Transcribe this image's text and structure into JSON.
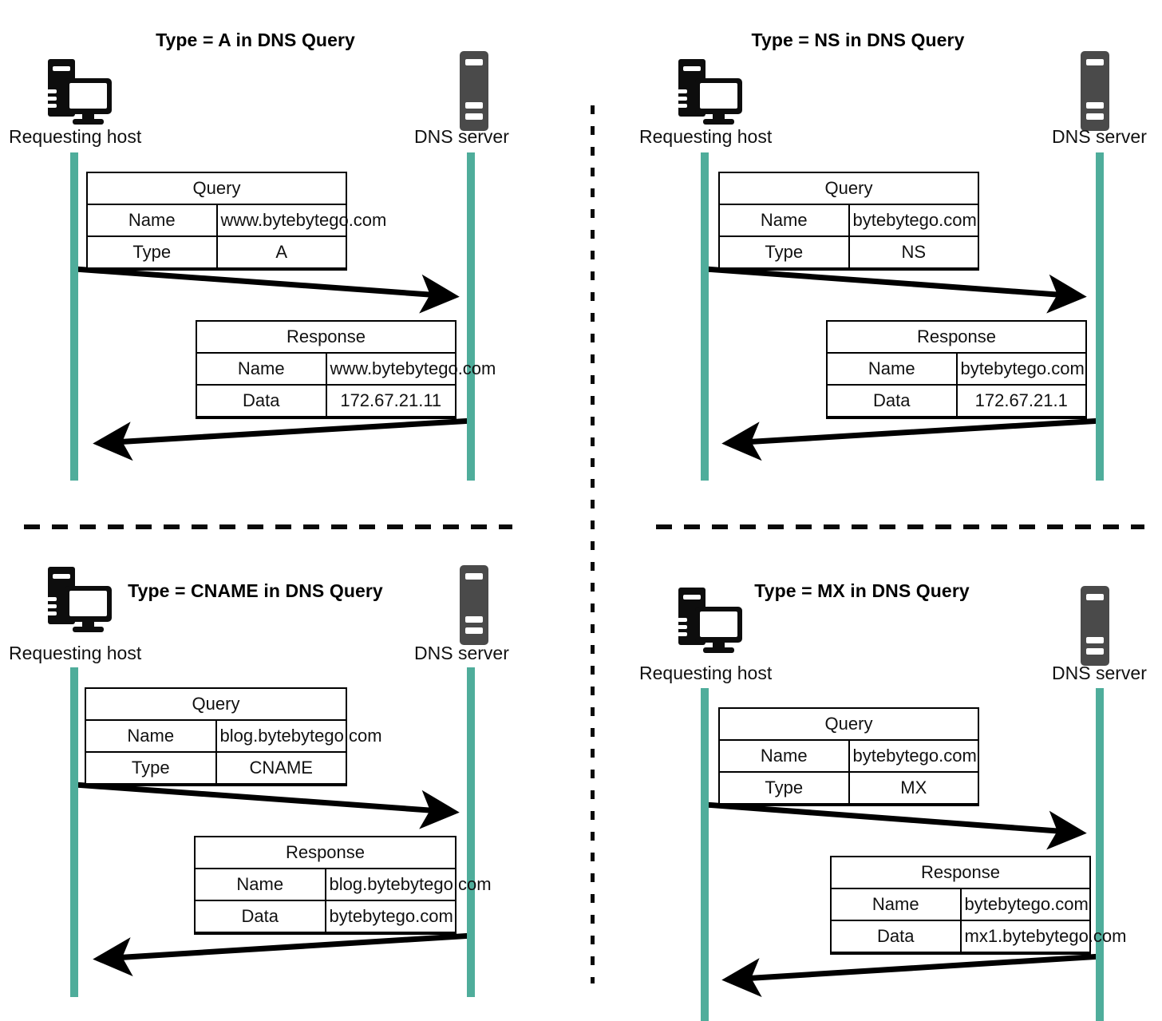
{
  "figure": {
    "title": "DNS Query Types",
    "accent_color": "#4FAD9B",
    "line_color": "#000000",
    "server_icon_color": "#4A4A4A",
    "background": "#FFFFFF"
  },
  "labels": {
    "requesting_host": "Requesting host",
    "dns_server": "DNS server",
    "query_header": "Query",
    "response_header": "Response",
    "name_key": "Name",
    "type_key": "Type",
    "data_key": "Data",
    "host_icon": "desktop-computer-icon",
    "server_icon": "server-rack-icon"
  },
  "panels": [
    {
      "id": "type-a",
      "title": "Type = A in DNS Query",
      "query": {
        "header": "Query",
        "rows": [
          {
            "key": "Name",
            "value": "www.bytebytego.com"
          },
          {
            "key": "Type",
            "value": "A"
          }
        ]
      },
      "response": {
        "header": "Response",
        "rows": [
          {
            "key": "Name",
            "value": "www.bytebytego.com"
          },
          {
            "key": "Data",
            "value": "172.67.21.11"
          }
        ]
      }
    },
    {
      "id": "type-ns",
      "title": "Type = NS in DNS Query",
      "query": {
        "header": "Query",
        "rows": [
          {
            "key": "Name",
            "value": "bytebytego.com"
          },
          {
            "key": "Type",
            "value": "NS"
          }
        ]
      },
      "response": {
        "header": "Response",
        "rows": [
          {
            "key": "Name",
            "value": "bytebytego.com"
          },
          {
            "key": "Data",
            "value": "172.67.21.1"
          }
        ]
      }
    },
    {
      "id": "type-cname",
      "title": "Type = CNAME in DNS Query",
      "query": {
        "header": "Query",
        "rows": [
          {
            "key": "Name",
            "value": "blog.bytebytego.com"
          },
          {
            "key": "Type",
            "value": "CNAME"
          }
        ]
      },
      "response": {
        "header": "Response",
        "rows": [
          {
            "key": "Name",
            "value": "blog.bytebytego.com"
          },
          {
            "key": "Data",
            "value": "bytebytego.com"
          }
        ]
      }
    },
    {
      "id": "type-mx",
      "title": "Type = MX in DNS Query",
      "query": {
        "header": "Query",
        "rows": [
          {
            "key": "Name",
            "value": "bytebytego.com"
          },
          {
            "key": "Type",
            "value": "MX"
          }
        ]
      },
      "response": {
        "header": "Response",
        "rows": [
          {
            "key": "Name",
            "value": "bytebytego.com"
          },
          {
            "key": "Data",
            "value": "mx1.bytebytego.com"
          }
        ]
      }
    }
  ]
}
